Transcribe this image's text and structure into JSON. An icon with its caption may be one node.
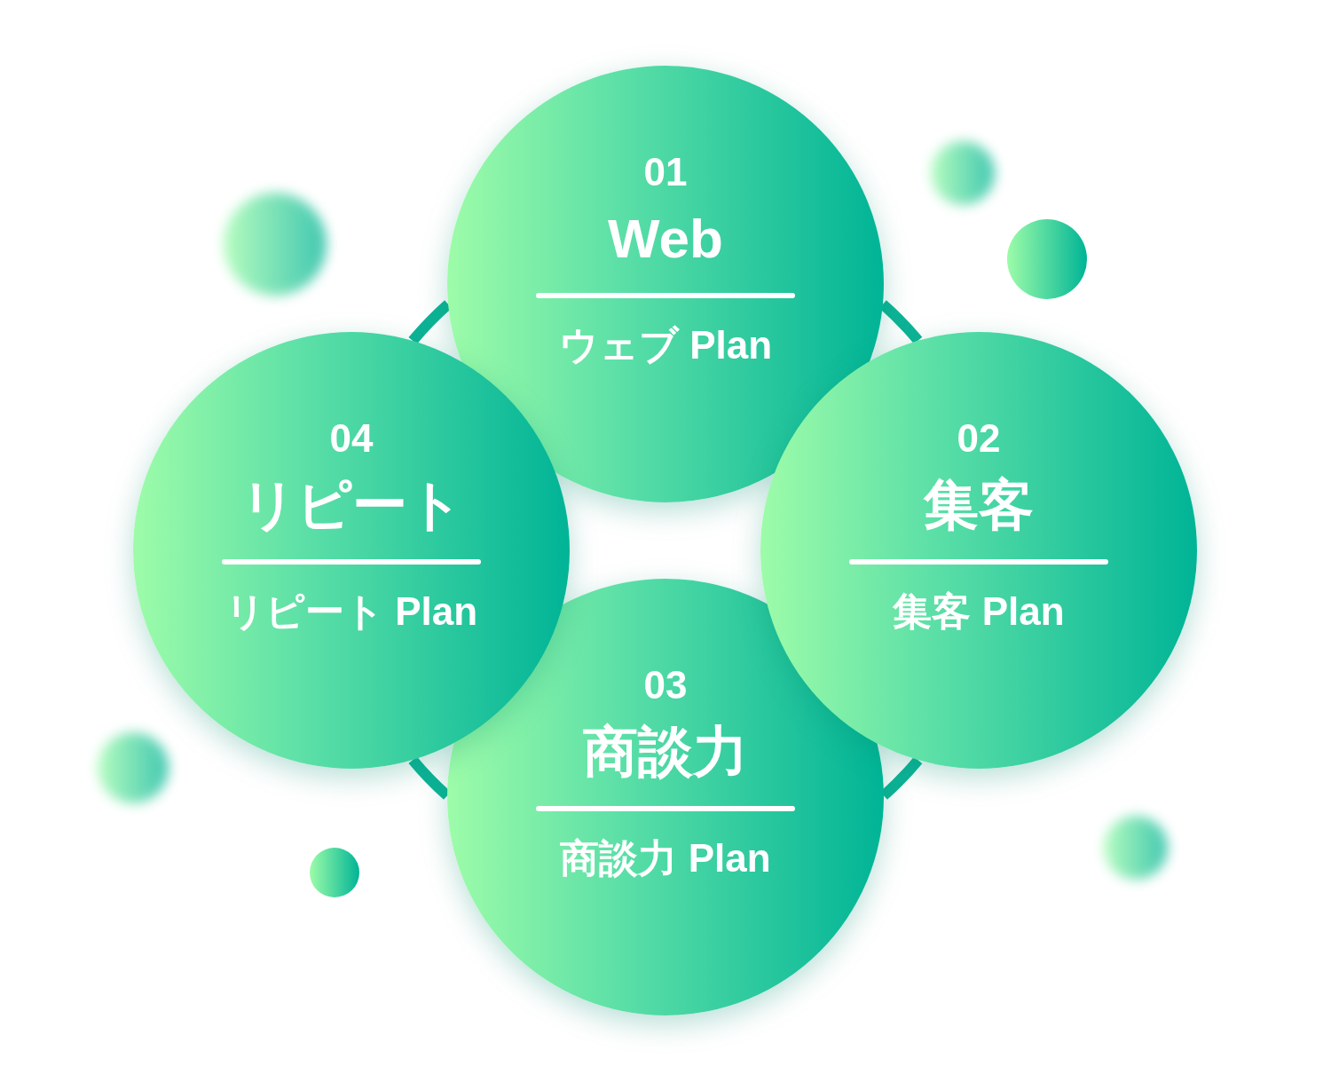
{
  "diagram": {
    "nodes": [
      {
        "text": [
          "01",
          "Web",
          "ウェブ Plan"
        ]
      },
      {
        "text": [
          "02",
          "集客",
          "集客 Plan"
        ]
      },
      {
        "text": [
          "03",
          "商談力",
          "商談力 Plan"
        ]
      },
      {
        "text": [
          "04",
          "リピート",
          "リピート Plan"
        ]
      }
    ],
    "edges": [
      {
        "from": 0,
        "to": 1,
        "arrow": "none"
      },
      {
        "from": 1,
        "to": 2,
        "arrow": "none"
      },
      {
        "from": 2,
        "to": 3,
        "arrow": "none"
      },
      {
        "from": 3,
        "to": 0,
        "arrow": "none"
      }
    ]
  }
}
